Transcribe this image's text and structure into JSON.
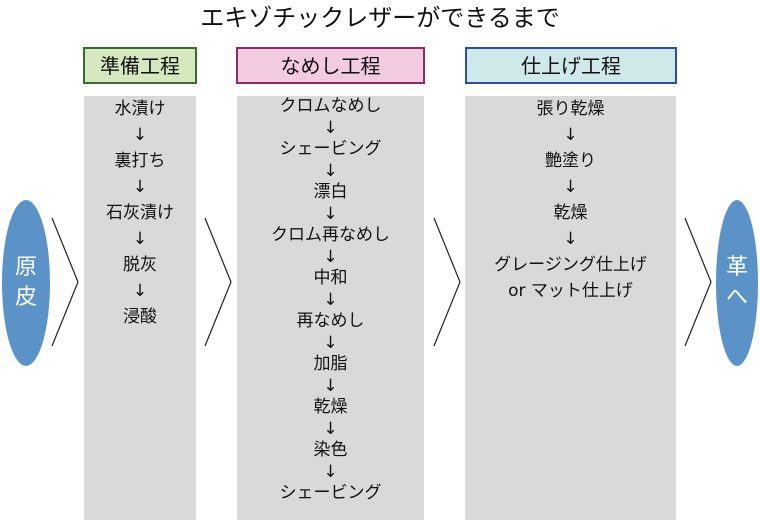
{
  "title": "エキゾチックレザーができるまで",
  "start": [
    "原",
    "皮"
  ],
  "end": [
    "革",
    "へ"
  ],
  "arrow": "↓",
  "columns": [
    {
      "header": "準備工程",
      "fill": "#d5e8c0",
      "border": "#3a6b35",
      "steps": [
        "水漬け",
        "裏打ち",
        "石灰漬け",
        "脱灰",
        "浸酸"
      ]
    },
    {
      "header": "なめし工程",
      "fill": "#f1cbe0",
      "border": "#8e2a6b",
      "steps": [
        "クロムなめし",
        "シェービング",
        "漂白",
        "クロム再なめし",
        "中和",
        "再なめし",
        "加脂",
        "乾燥",
        "染色",
        "シェービング"
      ]
    },
    {
      "header": "仕上げ工程",
      "fill": "#cfe8ea",
      "border": "#2f4d9a",
      "steps": [
        "張り乾燥",
        "艶塗り",
        "乾燥",
        "グレージング仕上げ",
        "or マット仕上げ"
      ],
      "arrow_count": 3
    }
  ]
}
